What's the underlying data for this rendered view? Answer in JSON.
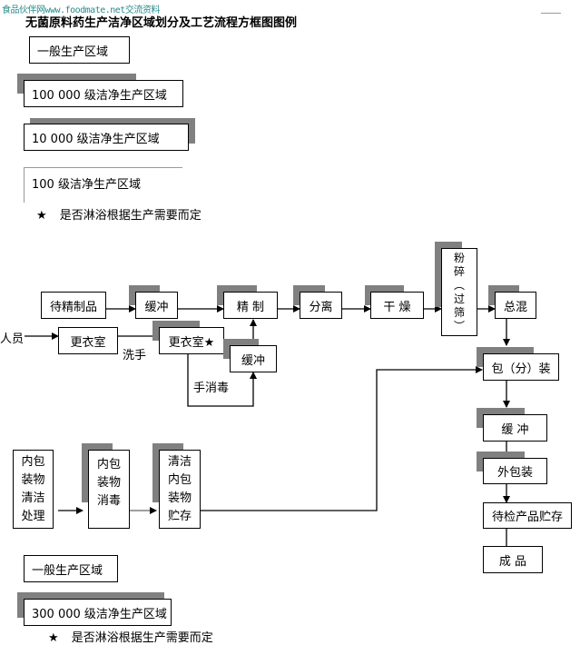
{
  "watermark": "食品伙伴网www.foodmate.net交流资料",
  "title": "无菌原料药生产洁净区域划分及工艺流程方框图图例",
  "legend_top": {
    "items": [
      {
        "label": "一般生产区域",
        "style": "plain"
      },
      {
        "label": "100 000 级洁净生产区域",
        "style": "shadow-top-left"
      },
      {
        "label": "10 000 级洁净生产区域",
        "style": "shadow-top-right"
      },
      {
        "label": "100 级洁净生产区域",
        "style": "thin-border"
      }
    ],
    "note_symbol": "★",
    "note_text": "是否淋浴根据生产需要而定"
  },
  "flow": {
    "nodes": {
      "pending_refine": "待精制品",
      "buffer1": "缓冲",
      "refine": "精 制",
      "separate": "分离",
      "dry": "干 燥",
      "crush_lines": [
        "粉",
        "碎",
        "︵",
        "过",
        "筛",
        "︶"
      ],
      "mix": "总混",
      "personnel": "人员",
      "changing1": "更衣室",
      "wash_hands": "洗手",
      "changing2": "更衣室★",
      "buffer2": "缓冲",
      "hand_disinfect": "手消毒",
      "pack": "包（分）装",
      "buffer3": "缓  冲",
      "outer_pack": "外包装",
      "pending_inspect": "待检产品贮存",
      "finished": "成  品",
      "inner_clean_lines": [
        "内包",
        "装物",
        "清洁",
        "处理"
      ],
      "inner_disinfect_lines": [
        "内包",
        "装物",
        "消毒"
      ],
      "inner_store_lines": [
        "清洁",
        "内包",
        "装物",
        "贮存"
      ]
    }
  },
  "legend_bottom": {
    "items": [
      {
        "label": "一般生产区域",
        "style": "plain"
      },
      {
        "label": "300 000 级洁净生产区域",
        "style": "shadow-top-left"
      }
    ],
    "note_symbol": "★",
    "note_text": "是否淋浴根据生产需要而定"
  }
}
